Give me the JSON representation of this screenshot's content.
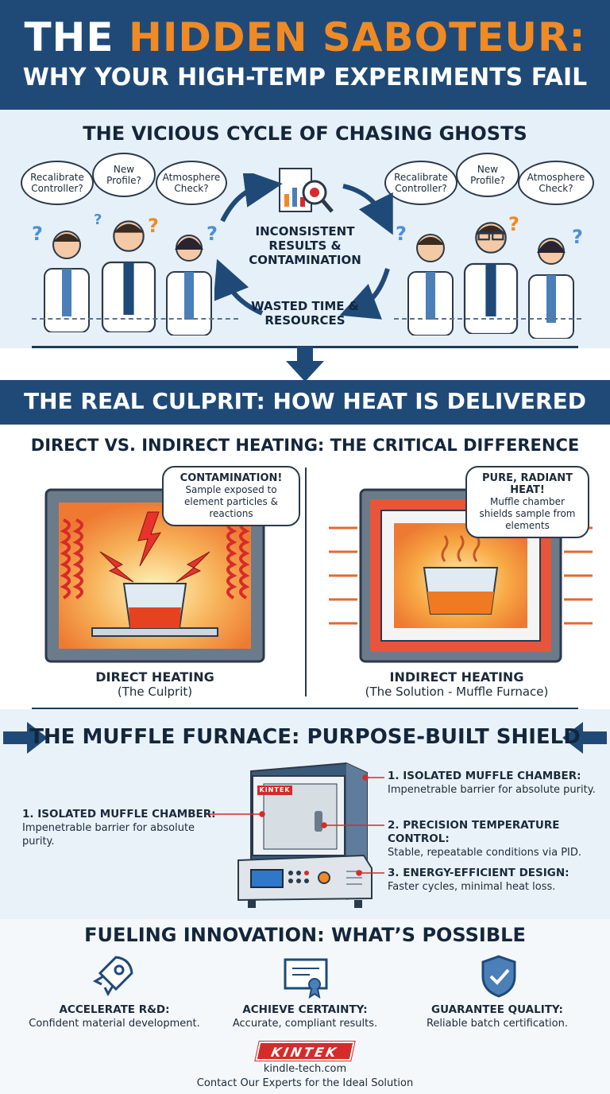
{
  "header": {
    "title_plain": "THE",
    "title_accent": "HIDDEN SABOTEUR:",
    "subtitle": "WHY YOUR HIGH-TEMP EXPERIMENTS FAIL"
  },
  "cycle": {
    "title": "THE VICIOUS CYCLE OF CHASING GHOSTS",
    "left_thoughts": [
      "Recalibrate Controller?",
      "New Profile?",
      "Atmosphere Check?"
    ],
    "right_thoughts": [
      "Recalibrate Controller?",
      "New Profile?",
      "Atmosphere Check?"
    ],
    "center_top": "INCONSISTENT RESULTS & CONTAMINATION",
    "center_bottom": "WASTED TIME & RESOURCES"
  },
  "culprit": {
    "banner": "THE REAL CULPRIT: HOW HEAT IS DELIVERED",
    "subhead": "DIRECT VS. INDIRECT HEATING: THE CRITICAL DIFFERENCE",
    "direct": {
      "bubble_title": "CONTAMINATION!",
      "bubble_text": "Sample exposed to element particles & reactions",
      "caption_title": "DIRECT HEATING",
      "caption_sub": "(The Culprit)"
    },
    "indirect": {
      "bubble_title": "PURE, RADIANT HEAT!",
      "bubble_text": "Muffle chamber shields sample from elements",
      "caption_title": "INDIRECT HEATING",
      "caption_sub": "(The Solution - Muffle Furnace)"
    }
  },
  "muffle": {
    "title": "THE MUFFLE FURNACE: PURPOSE-BUILT SHIELD",
    "brand_plate": "KINTEK",
    "left_callout": {
      "title": "1. ISOLATED MUFFLE CHAMBER:",
      "text": "Impenetrable barrier for absolute purity."
    },
    "callouts": [
      {
        "title": "1. ISOLATED MUFFLE CHAMBER:",
        "text": "Impenetrable barrier for absolute purity."
      },
      {
        "title": "2. PRECISION TEMPERATURE CONTROL:",
        "text": "Stable, repeatable conditions via PID."
      },
      {
        "title": "3. ENERGY-EFFICIENT DESIGN:",
        "text": "Faster cycles, minimal heat loss."
      }
    ]
  },
  "fueling": {
    "title": "FUELING INNOVATION: WHAT’S POSSIBLE",
    "benefits": [
      {
        "title": "ACCELERATE R&D:",
        "text": "Confident material development.",
        "icon": "rocket-icon"
      },
      {
        "title": "ACHIEVE CERTAINTY:",
        "text": "Accurate, compliant results.",
        "icon": "certificate-icon"
      },
      {
        "title": "GUARANTEE QUALITY:",
        "text": "Reliable batch certification.",
        "icon": "shield-check-icon"
      }
    ]
  },
  "footer": {
    "logo": "KINTEK",
    "url": "kindle-tech.com",
    "cta": "Contact Our Experts for the Ideal Solution"
  },
  "colors": {
    "navy": "#1f4a78",
    "orange": "#f08a24",
    "light_blue_bg": "#e6f0f8",
    "red": "#d62b2b"
  }
}
